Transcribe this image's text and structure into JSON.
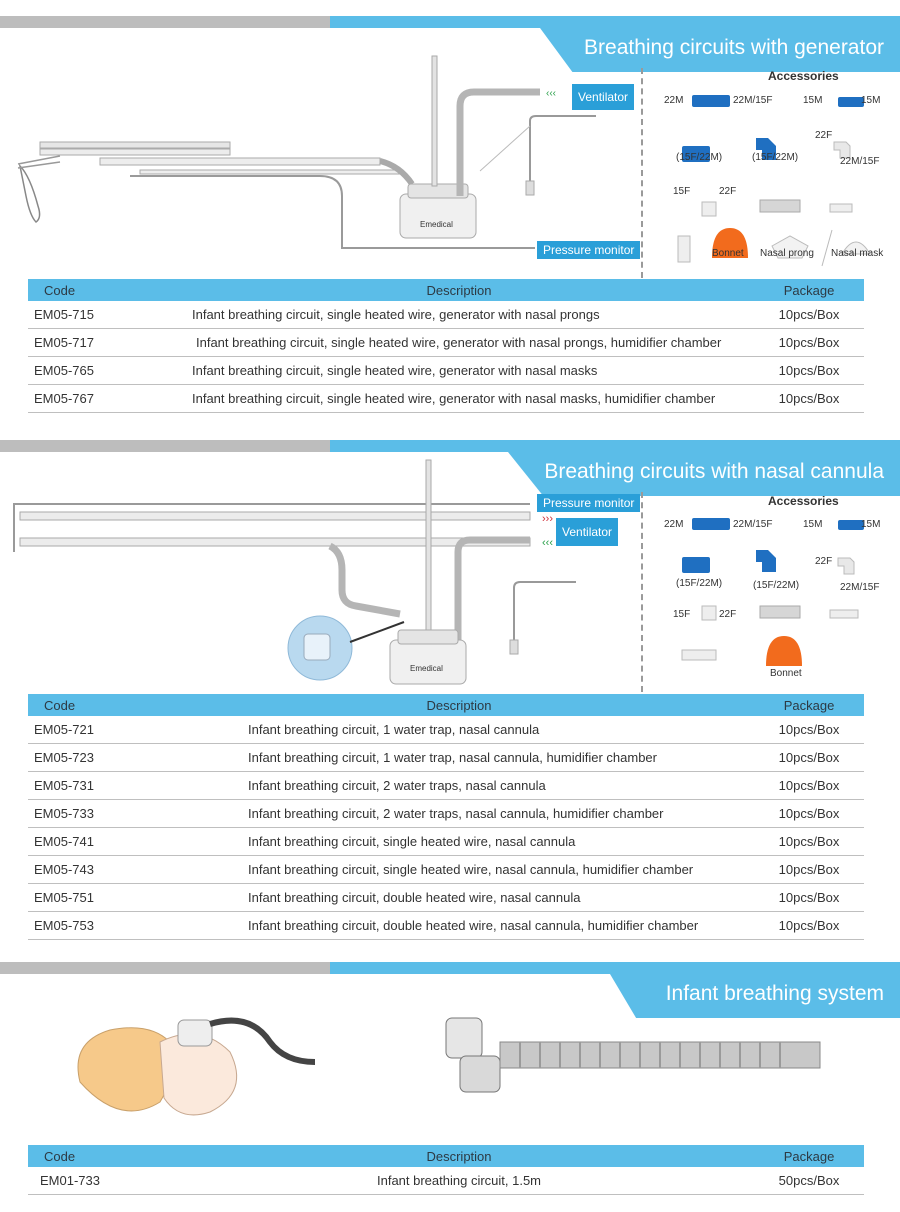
{
  "colors": {
    "accent": "#5bbde8",
    "label_blue": "#2a9fd8",
    "bonnet_orange": "#f26b1d",
    "grey_bar": "#bdbdbd"
  },
  "section1": {
    "title": "Breathing circuits with generator",
    "labels": {
      "ventilator": "Ventilator",
      "pressure_monitor": "Pressure monitor",
      "brand": "Emedical"
    },
    "accessories": {
      "title": "Accessories",
      "items": [
        "22M",
        "22M/15F",
        "15M",
        "15M",
        "(15F/22M)",
        "(15F/22M)",
        "22F",
        "22M/15F",
        "15F",
        "22F",
        "Bonnet",
        "Nasal prong",
        "Nasal mask"
      ]
    },
    "table": {
      "headers": [
        "Code",
        "Description",
        "Package"
      ],
      "rows": [
        [
          "EM05-715",
          "Infant breathing circuit, single heated wire, generator with nasal prongs",
          "10pcs/Box"
        ],
        [
          "EM05-717",
          "Infant breathing circuit, single heated wire, generator with nasal prongs, humidifier chamber",
          "10pcs/Box"
        ],
        [
          "EM05-765",
          "Infant breathing circuit, single heated wire, generator with nasal masks",
          "10pcs/Box"
        ],
        [
          "EM05-767",
          "Infant breathing circuit, single heated wire, generator with nasal masks, humidifier chamber",
          "10pcs/Box"
        ]
      ]
    }
  },
  "section2": {
    "title": "Breathing circuits with nasal cannula",
    "labels": {
      "ventilator": "Ventilator",
      "pressure_monitor": "Pressure monitor",
      "brand": "Emedical"
    },
    "accessories": {
      "title": "Accessories",
      "items": [
        "22M",
        "22M/15F",
        "15M",
        "15M",
        "(15F/22M)",
        "(15F/22M)",
        "22F",
        "22M/15F",
        "15F",
        "22F",
        "Bonnet"
      ]
    },
    "table": {
      "headers": [
        "Code",
        "Description",
        "Package"
      ],
      "rows": [
        [
          "EM05-721",
          "Infant breathing circuit, 1 water trap, nasal cannula",
          "10pcs/Box"
        ],
        [
          "EM05-723",
          "Infant breathing circuit, 1 water trap, nasal cannula, humidifier chamber",
          "10pcs/Box"
        ],
        [
          "EM05-731",
          "Infant breathing circuit, 2 water traps, nasal cannula",
          "10pcs/Box"
        ],
        [
          "EM05-733",
          "Infant breathing circuit, 2 water traps, nasal cannula, humidifier chamber",
          "10pcs/Box"
        ],
        [
          "EM05-741",
          "Infant breathing circuit, single heated wire, nasal cannula",
          "10pcs/Box"
        ],
        [
          "EM05-743",
          "Infant breathing circuit, single heated wire, nasal cannula, humidifier chamber",
          "10pcs/Box"
        ],
        [
          "EM05-751",
          "Infant breathing circuit, double heated wire, nasal cannula",
          "10pcs/Box"
        ],
        [
          "EM05-753",
          "Infant breathing circuit, double heated wire, nasal cannula, humidifier chamber",
          "10pcs/Box"
        ]
      ]
    }
  },
  "section3": {
    "title": "Infant breathing system",
    "table": {
      "headers": [
        "Code",
        "Description",
        "Package"
      ],
      "rows": [
        [
          "EM01-733",
          "Infant breathing circuit, 1.5m",
          "50pcs/Box"
        ]
      ]
    }
  }
}
